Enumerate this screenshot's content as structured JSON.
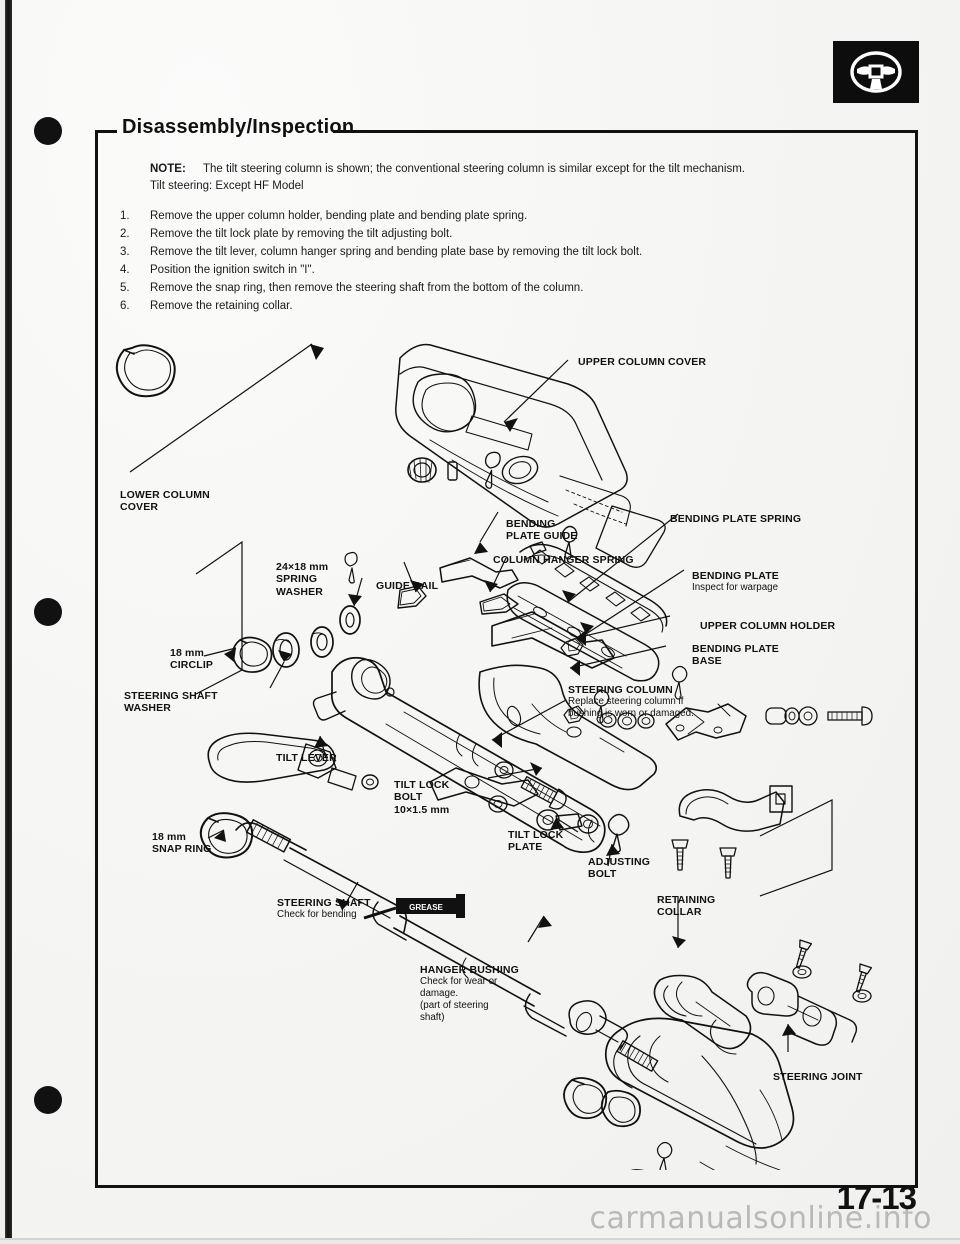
{
  "document": {
    "section_title": "Disassembly/Inspection",
    "page_number": "17-13",
    "watermark": "carmanualsonline.info",
    "badge_icon": "steering-wheel-icon"
  },
  "note": {
    "label": "NOTE:",
    "line1": "The tilt  steering column is shown; the conventional steering column is similar except for the tilt mechanism.",
    "line2": "Tilt steering: Except HF Model"
  },
  "steps": [
    {
      "num": "1.",
      "text": "Remove the upper column holder, bending plate and bending plate spring."
    },
    {
      "num": "2.",
      "text": "Remove the tilt lock plate by removing the tilt adjusting bolt."
    },
    {
      "num": "3.",
      "text": "Remove the tilt lever, column hanger spring and bending plate base by removing the tilt lock bolt."
    },
    {
      "num": "4.",
      "text": "Position the ignition switch in \"I\"."
    },
    {
      "num": "5.",
      "text": "Remove the snap ring, then remove the steering shaft from  the bottom of the column."
    },
    {
      "num": "6.",
      "text": "Remove the retaining collar."
    }
  ],
  "diagram": {
    "title": "steering-column-exploded-view",
    "grease_tag": "GREASE",
    "callouts": [
      {
        "id": "upper-column-cover",
        "title": "UPPER COLUMN COVER",
        "sub": ""
      },
      {
        "id": "lower-column-cover",
        "title": "LOWER COLUMN\nCOVER",
        "sub": ""
      },
      {
        "id": "bending-plate-guide",
        "title": "BENDING\nPLATE GUIDE",
        "sub": ""
      },
      {
        "id": "bending-plate-spring",
        "title": "BENDING PLATE SPRING",
        "sub": ""
      },
      {
        "id": "column-hanger-spring",
        "title": "COLUMN HANGER SPRING",
        "sub": ""
      },
      {
        "id": "spring-washer",
        "title": "24×18 mm\nSPRING\nWASHER",
        "sub": ""
      },
      {
        "id": "guide-rail",
        "title": "GUIDE RAIL",
        "sub": ""
      },
      {
        "id": "bending-plate",
        "title": "BENDING PLATE",
        "sub": "Inspect for warpage"
      },
      {
        "id": "upper-column-holder",
        "title": "UPPER COLUMN HOLDER",
        "sub": ""
      },
      {
        "id": "bending-plate-base",
        "title": "BENDING PLATE\nBASE",
        "sub": ""
      },
      {
        "id": "circlip-18mm",
        "title": "18 mm\nCIRCLIP",
        "sub": ""
      },
      {
        "id": "steering-shaft-washer",
        "title": "STEERING SHAFT\nWASHER",
        "sub": ""
      },
      {
        "id": "steering-column",
        "title": "STEERING COLUMN",
        "sub": "Replace steering column if\nbushing is worn or damaged."
      },
      {
        "id": "tilt-lever",
        "title": "TILT LEVER",
        "sub": ""
      },
      {
        "id": "tilt-lock-bolt",
        "title": "TILT LOCK\nBOLT\n10×1.5 mm",
        "sub": ""
      },
      {
        "id": "tilt-lock-plate",
        "title": "TILT LOCK\nPLATE",
        "sub": ""
      },
      {
        "id": "adjusting-bolt",
        "title": "ADJUSTING\nBOLT",
        "sub": ""
      },
      {
        "id": "snap-ring-18mm",
        "title": "18 mm\nSNAP RING",
        "sub": ""
      },
      {
        "id": "steering-shaft",
        "title": "STEERING SHAFT",
        "sub": "Check for bending"
      },
      {
        "id": "retaining-collar",
        "title": "RETAINING\nCOLLAR",
        "sub": ""
      },
      {
        "id": "hanger-bushing",
        "title": "HANGER BUSHING",
        "sub": "Check for wear or\ndamage.\n(part of steering\nshaft)"
      },
      {
        "id": "steering-joint",
        "title": "STEERING JOINT",
        "sub": ""
      }
    ]
  }
}
